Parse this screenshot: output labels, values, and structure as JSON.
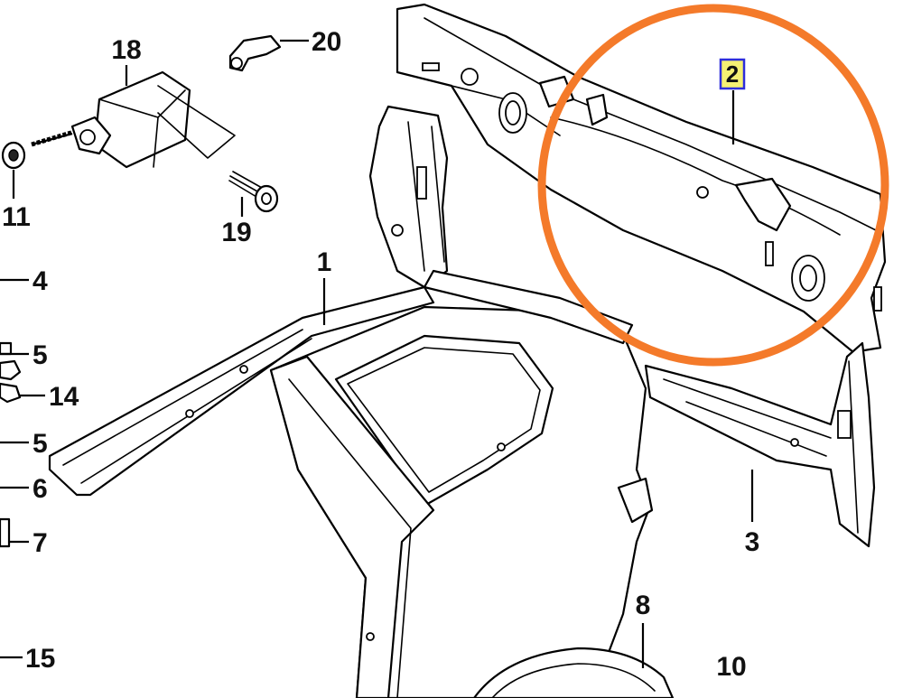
{
  "diagram": {
    "highlight": {
      "part_number": "2",
      "circle_color": "#F47A2A",
      "label_fill": "#F5F073",
      "label_border": "#2D2DDB"
    },
    "callouts": {
      "c1": "1",
      "c3": "3",
      "c4": "4",
      "c5a": "5",
      "c5b": "5",
      "c6": "6",
      "c7": "7",
      "c8": "8",
      "c10": "10",
      "c11": "11",
      "c14": "14",
      "c15": "15",
      "c18": "18",
      "c19": "19",
      "c20": "20"
    }
  }
}
